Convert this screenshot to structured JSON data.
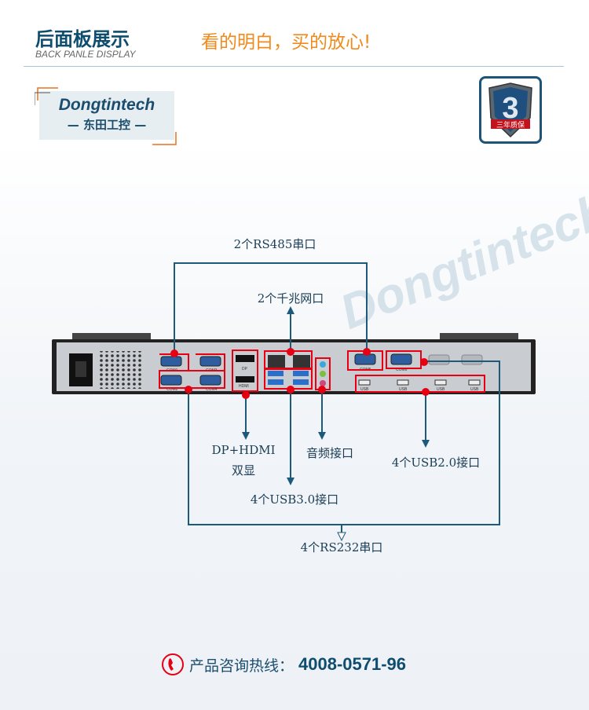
{
  "header": {
    "title": "后面板展示",
    "subtitle": "BACK PANLE DISPLAY",
    "slogan": "看的明白，买的放心!"
  },
  "logo": {
    "brand": "Dongtintech",
    "brand_cn": "东田工控"
  },
  "warranty_badge": {
    "number": "3",
    "text": "三年质保"
  },
  "watermark": "Dongtintech",
  "ports": {
    "com1": "COM1",
    "com2": "COM2",
    "com3": "COM3",
    "com4": "COM4",
    "com5": "COM5",
    "com6": "COM6",
    "dp": "DP",
    "hdmi": "HDMI",
    "usb": "USB"
  },
  "callouts": {
    "rs485": "2个RS485串口",
    "lan": "2个千兆网口",
    "dp_hdmi_1": "DP+HDMI",
    "dp_hdmi_2": "双显",
    "audio": "音频接口",
    "usb2": "4个USB2.0接口",
    "usb3": "4个USB3.0接口",
    "rs232": "4个RS232串口"
  },
  "hotline": {
    "label": "产品咨询热线：",
    "number": "4008-0571-96"
  },
  "colors": {
    "accent": "#f08a1c",
    "brand": "#0e4d6e",
    "callout": "#e60012",
    "line": "#1d5a7a"
  }
}
